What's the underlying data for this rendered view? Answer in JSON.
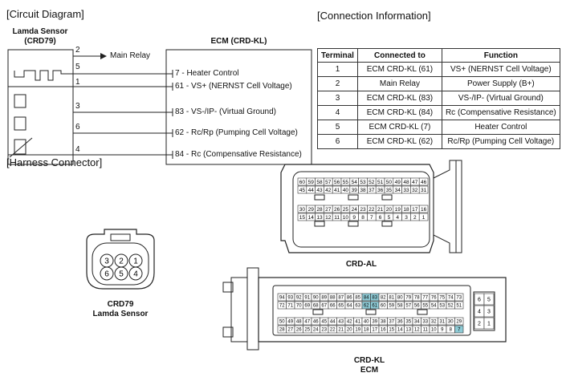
{
  "sections": {
    "circuit": "[Circuit Diagram]",
    "connection": "[Connection Information]",
    "harness": "[Harness Connector]"
  },
  "sensor": {
    "name": "Lamda Sensor",
    "code": "(CRD79)"
  },
  "ecm": {
    "title": "ECM (CRD-KL)"
  },
  "main_relay": "Main Relay",
  "sensor_pins": [
    "2",
    "5",
    "1",
    "3",
    "6",
    "4"
  ],
  "ecm_signals": [
    "7 - Heater Control",
    "61 - VS+ (NERNST Cell Voltage)",
    "83 - VS-/IP- (Virtual Ground)",
    "62 - Rc/Rp (Pumping Cell Voltage)",
    "84 - Rc (Compensative Resistance)"
  ],
  "table": {
    "headers": [
      "Terminal",
      "Connected to",
      "Function"
    ],
    "rows": [
      [
        "1",
        "ECM CRD-KL (61)",
        "VS+ (NERNST Cell Voltage)"
      ],
      [
        "2",
        "Main Relay",
        "Power Supply (B+)"
      ],
      [
        "3",
        "ECM CRD-KL (83)",
        "VS-/IP- (Virtual Ground)"
      ],
      [
        "4",
        "ECM CRD-KL (84)",
        "Rc (Compensative Resistance)"
      ],
      [
        "5",
        "ECM CRD-KL (7)",
        "Heater Control"
      ],
      [
        "6",
        "ECM CRD-KL (62)",
        "Rc/Rp (Pumping Cell Voltage)"
      ]
    ]
  },
  "crd79": {
    "name": "CRD79",
    "label": "Lamda Sensor",
    "top_row": [
      "3",
      "2",
      "1"
    ],
    "bottom_row": [
      "6",
      "5",
      "4"
    ]
  },
  "crd_al": {
    "label": "CRD-AL",
    "rows": [
      [
        "60",
        "59",
        "58",
        "57",
        "56",
        "55",
        "54",
        "53",
        "52",
        "51",
        "50",
        "49",
        "48",
        "47",
        "46"
      ],
      [
        "45",
        "44",
        "43",
        "42",
        "41",
        "40",
        "39",
        "38",
        "37",
        "36",
        "35",
        "34",
        "33",
        "32",
        "31"
      ],
      [
        "30",
        "29",
        "28",
        "27",
        "26",
        "25",
        "24",
        "23",
        "22",
        "21",
        "20",
        "19",
        "18",
        "17",
        "16"
      ],
      [
        "15",
        "14",
        "13",
        "12",
        "11",
        "10",
        "9",
        "8",
        "7",
        "6",
        "5",
        "4",
        "3",
        "2",
        "1"
      ]
    ]
  },
  "crd_kl": {
    "label1": "CRD-KL",
    "label2": "ECM",
    "rows": [
      [
        "94",
        "93",
        "92",
        "91",
        "90",
        "89",
        "88",
        "87",
        "86",
        "85",
        "84",
        "83",
        "82",
        "81",
        "80",
        "79",
        "78",
        "77",
        "76",
        "75",
        "74",
        "73"
      ],
      [
        "72",
        "71",
        "70",
        "69",
        "68",
        "67",
        "66",
        "65",
        "64",
        "63",
        "62",
        "61",
        "60",
        "59",
        "58",
        "57",
        "56",
        "55",
        "54",
        "53",
        "52",
        "51"
      ],
      [
        "50",
        "49",
        "48",
        "47",
        "46",
        "45",
        "44",
        "43",
        "42",
        "41",
        "40",
        "39",
        "38",
        "37",
        "36",
        "35",
        "34",
        "33",
        "32",
        "31",
        "30",
        "29"
      ],
      [
        "28",
        "27",
        "26",
        "25",
        "24",
        "23",
        "22",
        "21",
        "20",
        "19",
        "18",
        "17",
        "16",
        "15",
        "14",
        "13",
        "12",
        "11",
        "10",
        "9",
        "8",
        "7"
      ]
    ],
    "highlighted": [
      "84",
      "83",
      "62",
      "61",
      "7"
    ],
    "side_pins": [
      [
        "6",
        "5"
      ],
      [
        "4",
        "3"
      ],
      [
        "2",
        "1"
      ]
    ],
    "highlight_color": "#8ecbd6"
  }
}
